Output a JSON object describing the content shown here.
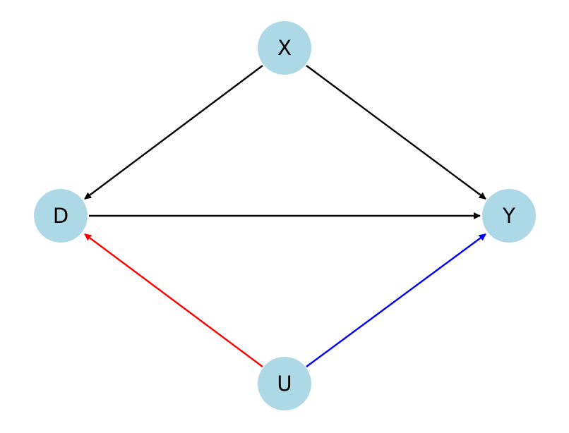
{
  "diagram": {
    "type": "directed-graph",
    "node_color": "#add8e6",
    "label_color": "#000000",
    "nodes": [
      {
        "id": "X",
        "label": "X"
      },
      {
        "id": "D",
        "label": "D"
      },
      {
        "id": "Y",
        "label": "Y"
      },
      {
        "id": "U",
        "label": "U"
      }
    ],
    "edges": [
      {
        "from": "X",
        "to": "D",
        "color": "#000000"
      },
      {
        "from": "X",
        "to": "Y",
        "color": "#000000"
      },
      {
        "from": "D",
        "to": "Y",
        "color": "#000000"
      },
      {
        "from": "U",
        "to": "D",
        "color": "#ff0000"
      },
      {
        "from": "U",
        "to": "Y",
        "color": "#0000ff"
      }
    ]
  }
}
